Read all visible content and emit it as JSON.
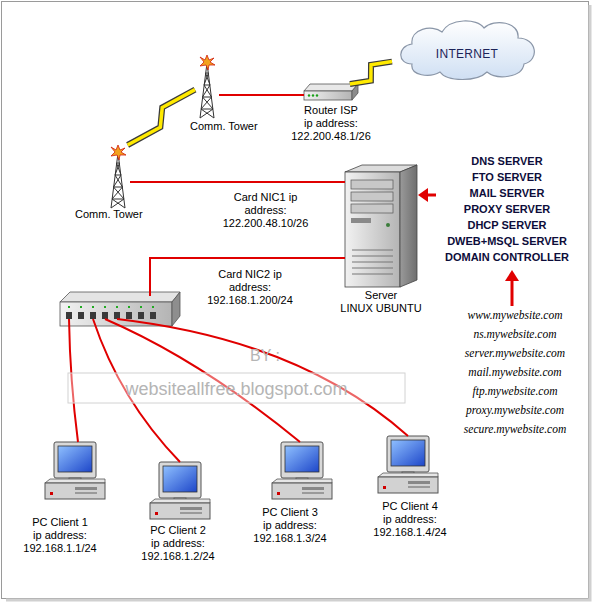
{
  "diagram": {
    "nodes": [
      {
        "text": [
          "INTERNET"
        ]
      },
      {
        "text": [
          "Comm. Tower"
        ]
      },
      {
        "text": [
          "Router ISP",
          "ip address: 122.200.48.1/26"
        ]
      },
      {
        "text": [
          "Comm. Tower"
        ]
      },
      {
        "text": [
          "Server",
          "LINUX UBUNTU"
        ]
      },
      {
        "text": [
          "PC Client 1",
          "ip address: 192.168.1.1/24"
        ]
      },
      {
        "text": [
          "PC Client 2",
          "ip address: 192.168.1.2/24"
        ]
      },
      {
        "text": [
          "PC Client 3",
          "ip address: 192.168.1.3/24"
        ]
      },
      {
        "text": [
          "PC Client 4",
          "ip address: 192.168.1.4/24"
        ]
      }
    ],
    "edges": [
      {
        "from": 2,
        "to": 0,
        "arrow": "none"
      },
      {
        "from": 1,
        "to": 2,
        "arrow": "none"
      },
      {
        "from": 3,
        "to": 1,
        "arrow": "none"
      },
      {
        "from": 3,
        "to": 4,
        "label": "Card NIC1 ip address: 122.200.48.10/26",
        "arrow": "none"
      }
    ],
    "labels": [
      "DNS SERVER",
      "FTO SERVER",
      "MAIL SERVER",
      "PROXY SERVER",
      "DHCP SERVER",
      "DWEB+MSQL SERVER",
      "DOMAIN CONTROLLER",
      "Card NIC2 ip address: 192.168.1.200/24",
      "BY :",
      "websiteallfree.blogspot.com",
      "www.mywebsite.com",
      "ns.mywebsite.com",
      "server.mywebsite.com",
      "mail.mywebsite.com",
      "ftp.mywebsite.com",
      "proxy.mywebsite.com",
      "secure.mywebsite.com"
    ]
  }
}
